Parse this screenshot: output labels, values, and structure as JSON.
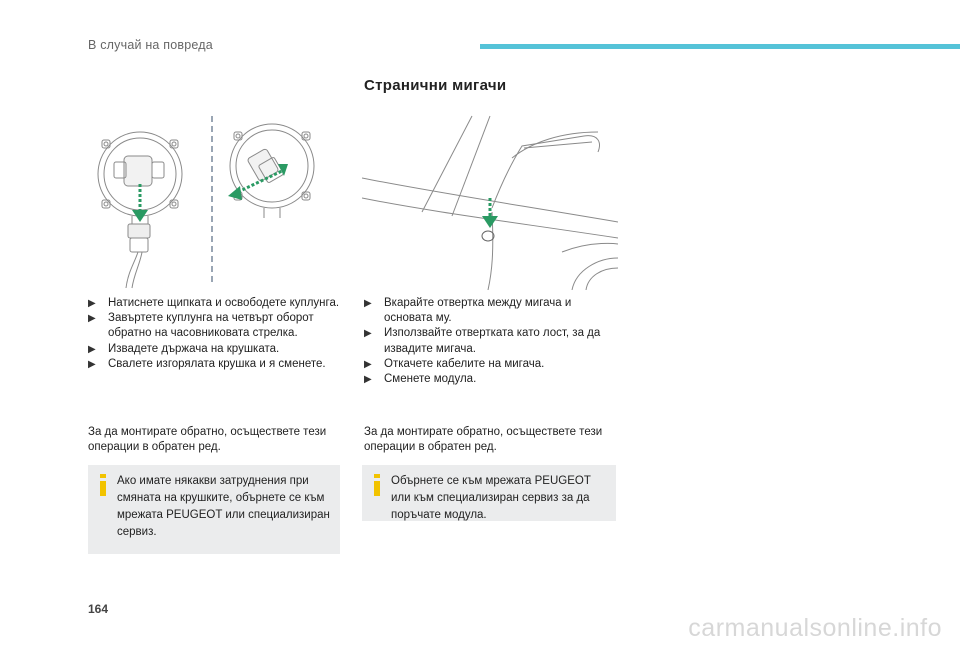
{
  "header": {
    "section_title": "В случай на повреда",
    "accent_color": "#55c3d8"
  },
  "page_heading": "Странични мигачи",
  "left_column": {
    "steps": [
      "Натиснете щипката и освободете куплунга.",
      "Завъртете куплунга на четвърт оборот обратно на часовниковата стрелка.",
      "Извадете държача на крушката.",
      "Свалете изгорялата крушка и я сменете."
    ],
    "note": "За да монтирате обратно, осъществете тези операции в обратен ред.",
    "info": "Ако имате някакви затруднения при смяната на крушките, обърнете се към мрежата PEUGEOT или специализиран сервиз."
  },
  "right_column": {
    "steps": [
      "Вкарайте отвертка между мигача и основата му.",
      "Използвайте отвертката като лост, за да извадите мигача.",
      "Откачете кабелите на мигача.",
      "Сменете модула."
    ],
    "note": "За да монтирате обратно, осъществете тези операции в обратен ред.",
    "info": "Обърнете се към мрежата PEUGEOT или към специализиран сервиз за да поръчате модула."
  },
  "icons": {
    "bullet": "arrow-bullet-icon",
    "info": "info-icon",
    "arrow": "green-dashed-arrow-icon"
  },
  "colors": {
    "arrow_green": "#2a9a63",
    "info_icon": "#f2c300",
    "info_box": "#ebeced"
  },
  "page_number": "164",
  "watermark": "carmanualsonline.info"
}
